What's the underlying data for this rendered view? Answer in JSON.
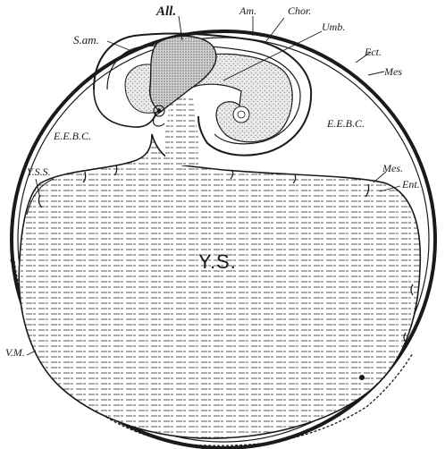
{
  "figure": {
    "labels": {
      "allantois": "All.",
      "amnion": "Am.",
      "chorion": "Chor.",
      "umbilical": "Umb.",
      "sero_amnion": "S.am.",
      "ectoderm": "Ect.",
      "mesoderm_top": "Mes",
      "eebc_left": "E.E.B.C.",
      "eebc_right": "E.E.B.C.",
      "yolk_sac_septa": "Y.S.S.",
      "mesoderm_right": "Mes.",
      "entoderm": "Ent.",
      "yolk_sac": "Y.S.",
      "vitelline_membrane": "V.M."
    },
    "colors": {
      "ink": "#1a1a1a",
      "paper": "#ffffff",
      "stipple": "#555555"
    }
  }
}
